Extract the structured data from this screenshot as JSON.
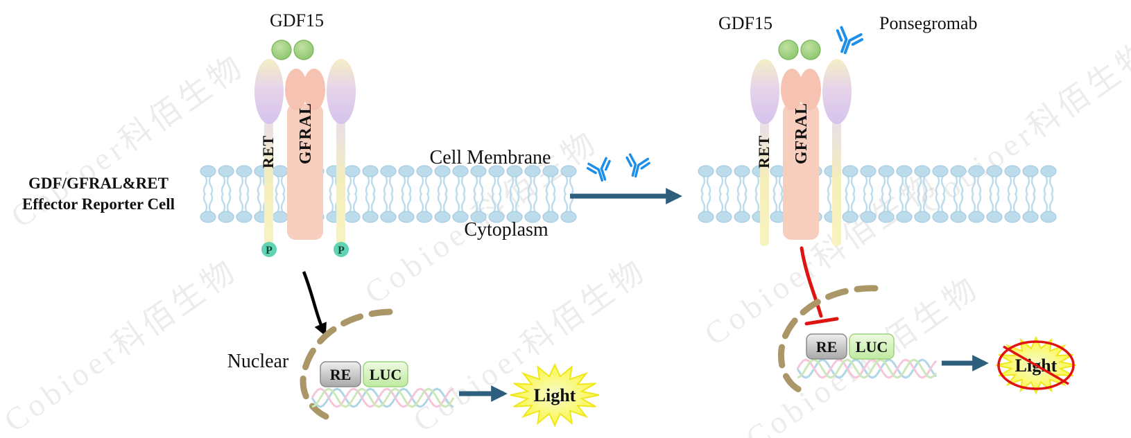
{
  "watermark": {
    "text": "Cobioer科佰生物"
  },
  "left": {
    "gdf15": "GDF15",
    "cell_line_label": {
      "line1": "GDF/GFRAL&RET",
      "line2": "Effector Reporter Cell"
    },
    "ret": "RET",
    "gfral": "GFRAL",
    "cell_membrane": "Cell Membrane",
    "cytoplasm": "Cytoplasm",
    "phospho": "P",
    "nuclear": "Nuclear",
    "re": "RE",
    "luc": "LUC",
    "light": "Light"
  },
  "right": {
    "gdf15": "GDF15",
    "ponsegromab": "Ponsegromab",
    "ret": "RET",
    "gfral": "GFRAL",
    "re": "RE",
    "luc": "LUC",
    "light": "Light"
  },
  "colors": {
    "membrane": "#bcdcec",
    "gdf15_ligand": "#8cc56d",
    "antibody": "#1e8fe8",
    "arrow": "#2d5f7d",
    "inhibition": "#e01313",
    "nuclear_envelope": "#ab9668",
    "ret_body": "#d9c6ec",
    "ret_stem": "#f4eeba",
    "gfral_body": "#f7cdbd",
    "phospho": "#62d4b4",
    "light_burst": "#fbf748",
    "light_text": "#22991f",
    "re_text": "#145214",
    "luc_text": "#c050c8"
  }
}
